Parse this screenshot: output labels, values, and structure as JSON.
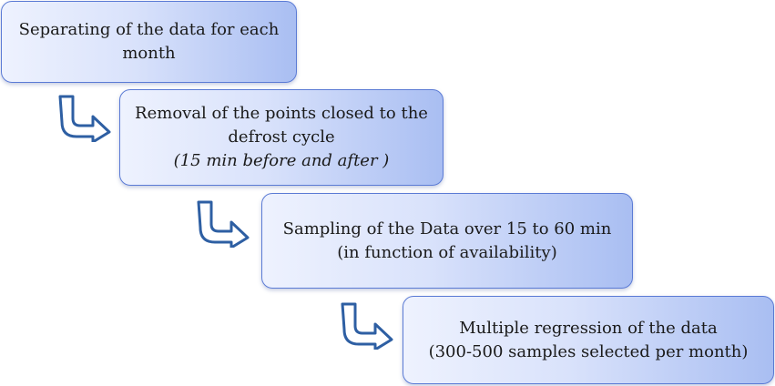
{
  "steps": [
    {
      "lines": [
        "Separating of the data for each",
        "month"
      ]
    },
    {
      "lines": [
        "Removal of the points closed to the",
        "defrost cycle"
      ],
      "note": "(15 min before and after )"
    },
    {
      "lines": [
        "Sampling of the Data over 15 to 60 min",
        "(in function of availability)"
      ]
    },
    {
      "lines": [
        "Multiple regression of the data",
        "(300-500 samples selected per month)"
      ]
    }
  ],
  "colors": {
    "box_border": "#5b7bd5",
    "box_fill_light": "#eef2fe",
    "box_fill_dark": "#a9bef2",
    "arrow_fill": "#ffffff",
    "arrow_stroke": "#2e5fa3"
  },
  "icons": [
    "bent-arrow-icon",
    "bent-arrow-icon",
    "bent-arrow-icon"
  ]
}
